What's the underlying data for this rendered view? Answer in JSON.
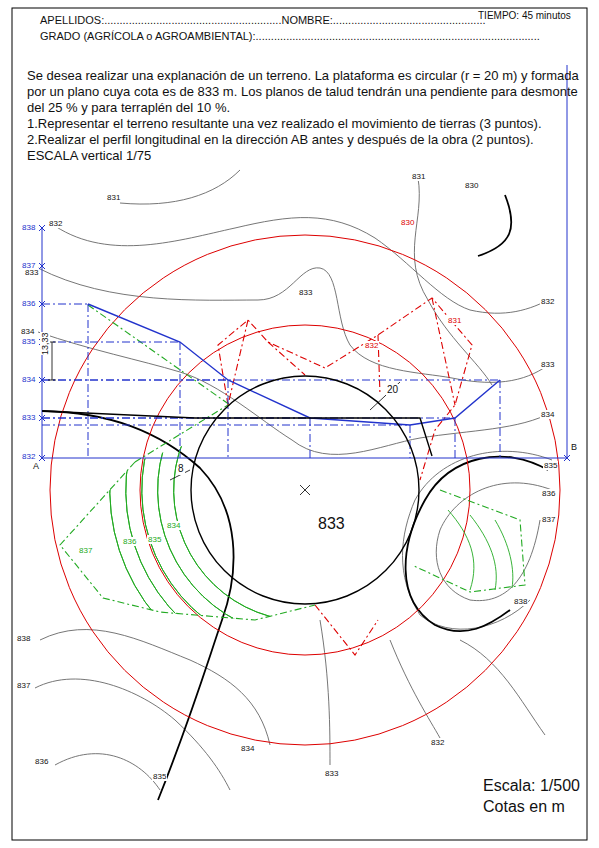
{
  "diagram": {
    "nodes": [
      {
        "text": [
          "833"
        ]
      }
    ],
    "labels": [
      "APELLIDOS:..........................................................NOMBRE:..................................................",
      "TIEMPO: 45 minutos",
      "GRADO (AGRÍCOLA o AGROAMBIENTAL):.............................................................................................",
      "Se desea realizar una explanación de un terreno. La plataforma es circular (r = 20 m) y formada por un plano cuya cota es de 833 m. Los planos de talud tendrán una pendiente para desmonte del 25 % y para terraplén del 10 %.",
      "1.Representar el terreno resultante una vez  realizado el movimiento de tierras (3 puntos).",
      "2.Realizar el perfil longitudinal en la dirección AB antes y después de la obra (2 puntos).",
      "ESCALA vertical 1/75",
      "838",
      "837",
      "836",
      "835",
      "834",
      "833",
      "832",
      "832",
      "833",
      "834",
      "A",
      "B",
      "13,33",
      "20",
      "8",
      "831",
      "831",
      "830",
      "830",
      "833",
      "832",
      "831",
      "832",
      "833",
      "834",
      "835",
      "836",
      "837",
      "838",
      "834",
      "835",
      "836",
      "837",
      "838",
      "837",
      "836",
      "835",
      "834",
      "833",
      "832",
      "Escala: 1/500",
      "Cotas en m"
    ]
  }
}
